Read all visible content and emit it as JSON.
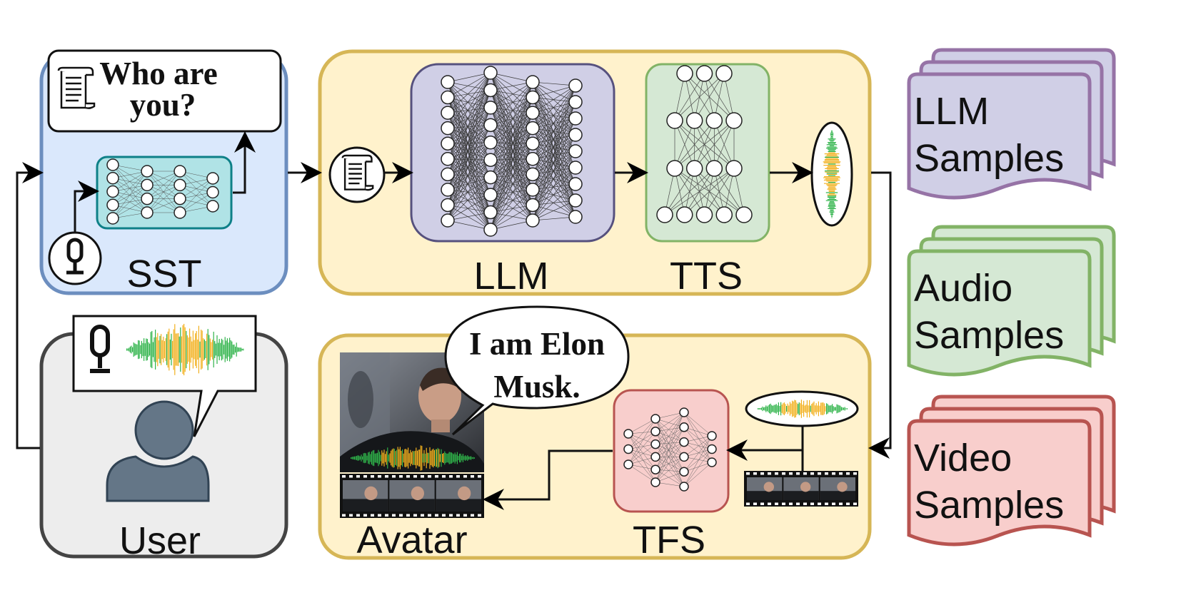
{
  "labels": {
    "sst": "SST",
    "llm": "LLM",
    "tts": "TTS",
    "user": "User",
    "avatar": "Avatar",
    "tfs": "TFS"
  },
  "question": {
    "line1": "Who are",
    "line2": "you?"
  },
  "answer": {
    "line1": "I am Elon",
    "line2": "Musk."
  },
  "sample_stacks": [
    {
      "line1": "LLM",
      "line2": "Samples",
      "fill": "#d0cfe6",
      "stroke": "#9673a6"
    },
    {
      "line1": "Audio",
      "line2": "Samples",
      "fill": "#d5e8d4",
      "stroke": "#82b366"
    },
    {
      "line1": "Video",
      "line2": "Samples",
      "fill": "#f8cecc",
      "stroke": "#b85450"
    }
  ],
  "colors": {
    "sst_fill": "#dae8fc",
    "sst_stroke": "#6c8ebf",
    "pipeline_fill": "#fff2cc",
    "pipeline_stroke": "#d6b656",
    "user_fill": "#ededed",
    "user_stroke": "#444444",
    "llm_net_fill": "#d0cfe6",
    "llm_net_stroke": "#56517e",
    "tts_net_fill": "#d5e8d4",
    "tts_net_stroke": "#82b366",
    "sst_net_fill": "#b0e3e6",
    "sst_net_stroke": "#0e8088",
    "tfs_net_fill": "#f8cecc",
    "tfs_net_stroke": "#b85450",
    "person": "#647687"
  },
  "icons": [
    "document-icon",
    "microphone-icon",
    "user-icon",
    "waveform-icon",
    "film-strip-icon"
  ]
}
